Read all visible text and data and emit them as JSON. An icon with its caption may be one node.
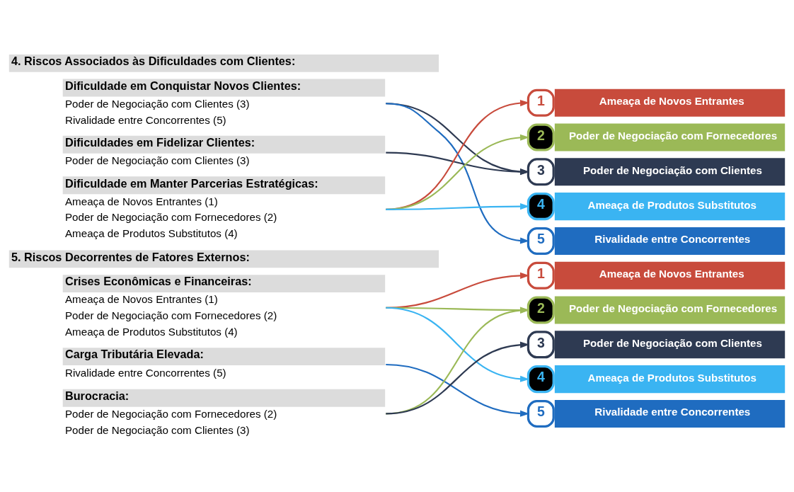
{
  "diagram": {
    "nodes": [
      {
        "text": [
          "4. Riscos Associados às Dificuldades com Clientes:"
        ]
      },
      {
        "text": [
          "Dificuldade em Conquistar Novos Clientes:"
        ],
        "beside": [
          "Poder de Negociação com Clientes (3)",
          "Rivalidade entre Concorrentes (5)"
        ]
      },
      {
        "text": [
          "Dificuldades em Fidelizar Clientes:"
        ],
        "beside": [
          "Poder de Negociação com Clientes (3)"
        ]
      },
      {
        "text": [
          "Dificuldade em Manter Parcerias Estratégicas:"
        ],
        "beside": [
          "Ameaça de Novos Entrantes (1)",
          "Poder de Negociação com Fornecedores (2)",
          "Ameaça de Produtos Substitutos (4)"
        ]
      },
      {
        "text": [
          "1",
          "Ameaça de Novos Entrantes"
        ]
      },
      {
        "text": [
          "2",
          "Poder de Negociação com Fornecedores"
        ]
      },
      {
        "text": [
          "3",
          "Poder de Negociação com Clientes"
        ]
      },
      {
        "text": [
          "4",
          "Ameaça de Produtos Substitutos"
        ]
      },
      {
        "text": [
          "5",
          "Rivalidade entre Concorrentes"
        ]
      },
      {
        "text": [
          "5. Riscos Decorrentes de Fatores Externos:"
        ]
      },
      {
        "text": [
          "Crises Econômicas e Financeiras:"
        ],
        "beside": [
          "Ameaça de Novos Entrantes (1)",
          "Poder de Negociação com Fornecedores (2)",
          "Ameaça de Produtos Substitutos (4)"
        ]
      },
      {
        "text": [
          "Carga Tributária Elevada:"
        ],
        "beside": [
          "Rivalidade entre Concorrentes (5)"
        ]
      },
      {
        "text": [
          "Burocracia:"
        ],
        "beside": [
          "Poder de Negociação com Fornecedores (2)",
          "Poder de Negociação com Clientes (3)"
        ]
      },
      {
        "text": [
          "1",
          "Ameaça de Novos Entrantes"
        ]
      },
      {
        "text": [
          "2",
          "Poder de Negociação com Fornecedores"
        ]
      },
      {
        "text": [
          "3",
          "Poder de Negociação com Clientes"
        ]
      },
      {
        "text": [
          "4",
          "Ameaça de Produtos Substitutos"
        ]
      },
      {
        "text": [
          "5",
          "Rivalidade entre Concorrentes"
        ]
      }
    ],
    "edges": [
      {
        "from": 1,
        "to": 6,
        "arrow": "to",
        "color": "#2e3a52"
      },
      {
        "from": 1,
        "to": 8,
        "arrow": "to",
        "color": "#1f6cc0"
      },
      {
        "from": 2,
        "to": 6,
        "arrow": "to",
        "color": "#2e3a52"
      },
      {
        "from": 3,
        "to": 4,
        "arrow": "to",
        "color": "#c84b3c"
      },
      {
        "from": 3,
        "to": 5,
        "arrow": "to",
        "color": "#9bb957"
      },
      {
        "from": 3,
        "to": 7,
        "arrow": "to",
        "color": "#3ab4f2"
      },
      {
        "from": 10,
        "to": 13,
        "arrow": "to",
        "color": "#c84b3c"
      },
      {
        "from": 10,
        "to": 14,
        "arrow": "to",
        "color": "#9bb957"
      },
      {
        "from": 10,
        "to": 16,
        "arrow": "to",
        "color": "#3ab4f2"
      },
      {
        "from": 11,
        "to": 17,
        "arrow": "to",
        "color": "#1f6cc0"
      },
      {
        "from": 12,
        "to": 14,
        "arrow": "to",
        "color": "#9bb957"
      },
      {
        "from": 12,
        "to": 15,
        "arrow": "to",
        "color": "#2e3a52"
      }
    ]
  }
}
